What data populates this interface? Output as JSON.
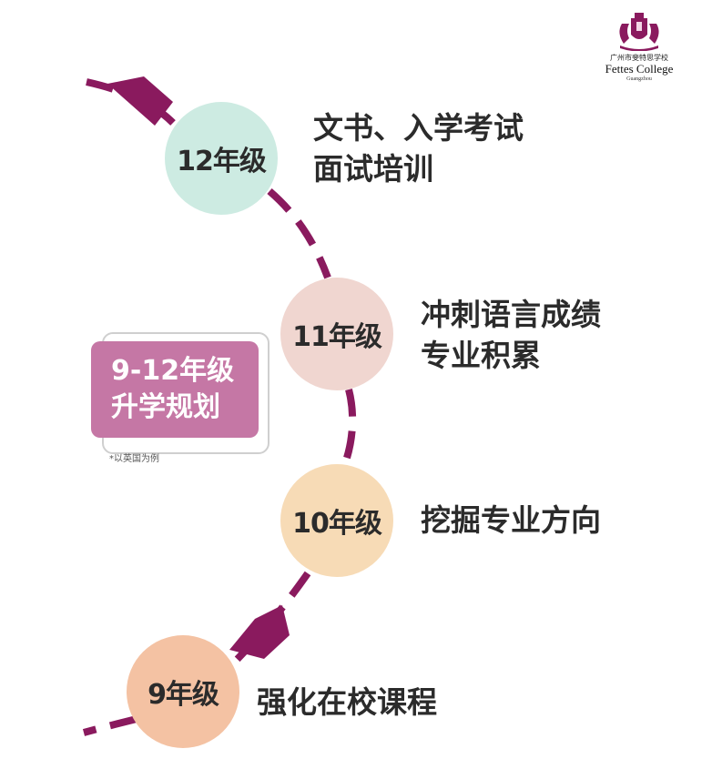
{
  "logo": {
    "icon": "fettes-crest-icon",
    "cn_name": "广州市斐特思学校",
    "en_name": "Fettes College",
    "city": "Guangzhou"
  },
  "card": {
    "line1": "9-12年级",
    "line2": "升学规划",
    "note": "*以英国为例"
  },
  "stages": [
    {
      "grade": "12年级",
      "lines": [
        "文书、入学考试",
        "面试培训"
      ]
    },
    {
      "grade": "11年级",
      "lines": [
        "冲刺语言成绩",
        "专业积累"
      ]
    },
    {
      "grade": "10年级",
      "lines": [
        "挖掘专业方向"
      ]
    },
    {
      "grade": "9年级",
      "lines": [
        "强化在校课程"
      ]
    }
  ],
  "colors": {
    "path": "#8a1a5e",
    "card": "#c577a5",
    "grade12": "#cdebe2",
    "grade11": "#f0d6d0",
    "grade10": "#f7dbb6",
    "grade9": "#f4c2a3"
  }
}
